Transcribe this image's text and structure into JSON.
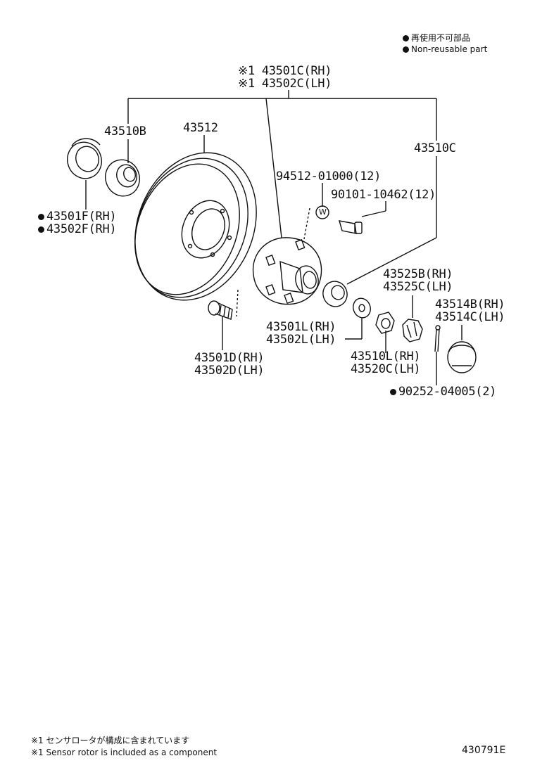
{
  "legend": {
    "jp": "再使用不可部品",
    "en": "Non-reusable part"
  },
  "parts": {
    "hub_rh": "※1 43501C(RH)",
    "hub_lh": "※1 43502C(LH)",
    "bearing_inner": "43510B",
    "disc": "43512",
    "bearing_outer": "43510C",
    "seal_rh": "43501F(RH)",
    "seal_lh": "43502F(RH)",
    "washer_w": "94512-01000(12)",
    "bolt_small": "90101-10462(12)",
    "hub_bolt_rh": "43501D(RH)",
    "hub_bolt_lh": "43502D(LH)",
    "thrust_washer_rh": "43501L(RH)",
    "thrust_washer_lh": "43502L(LH)",
    "nut_rh": "43510L(RH)",
    "nut_lh": "43520C(LH)",
    "lock_cap_rh": "43525B(RH)",
    "lock_cap_lh": "43525C(LH)",
    "grease_cap_rh": "43514B(RH)",
    "grease_cap_lh": "43514C(LH)",
    "cotter_pin": "90252-04005(2)",
    "w_mark": "W"
  },
  "footnote": {
    "jp": "※1 センサロータが構成に含まれています",
    "en": "※1 Sensor rotor is included as a component"
  },
  "diagram_id": "430791E"
}
